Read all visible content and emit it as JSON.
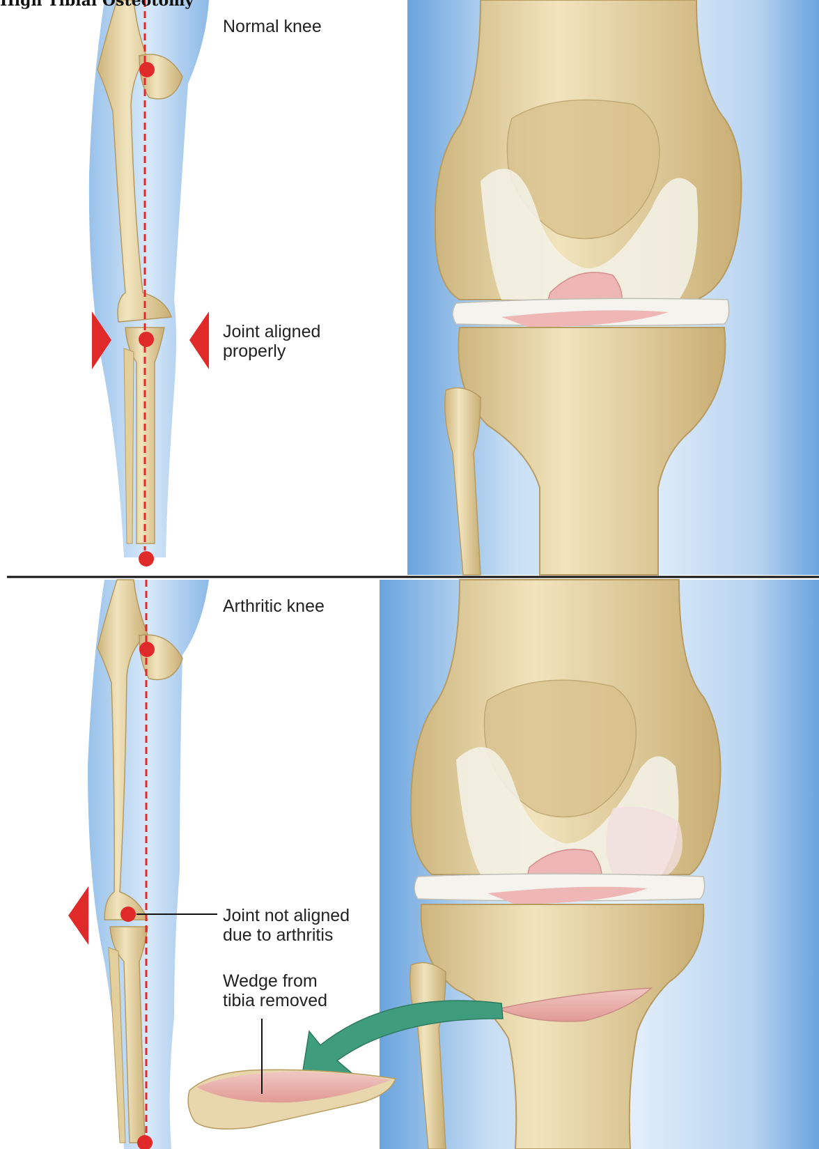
{
  "figure": {
    "heading": "High Tibial Osteotomy"
  },
  "top_panel": {
    "title": "Normal knee",
    "alignment_label": "Joint aligned\nproperly"
  },
  "bottom_panel": {
    "title": "Arthritic knee",
    "misalignment_label": "Joint not aligned\ndue to arthritis",
    "wedge_label": "Wedge from\ntibia removed"
  },
  "colors": {
    "soft_tissue": "#a9cdee",
    "bone": "#ead9ac",
    "bone_shadow": "#cdb57e",
    "cartilage": "#f3f1e6",
    "ligament": "#eeb7b5",
    "alignment_marker": "#e02a2a",
    "arrow": "#3f9c7c",
    "wedge_surface": "#e9a9a4"
  },
  "icons": {
    "alignment_arrow": "red-triangle-icon",
    "transfer_arrow": "curved-arrow-icon"
  }
}
